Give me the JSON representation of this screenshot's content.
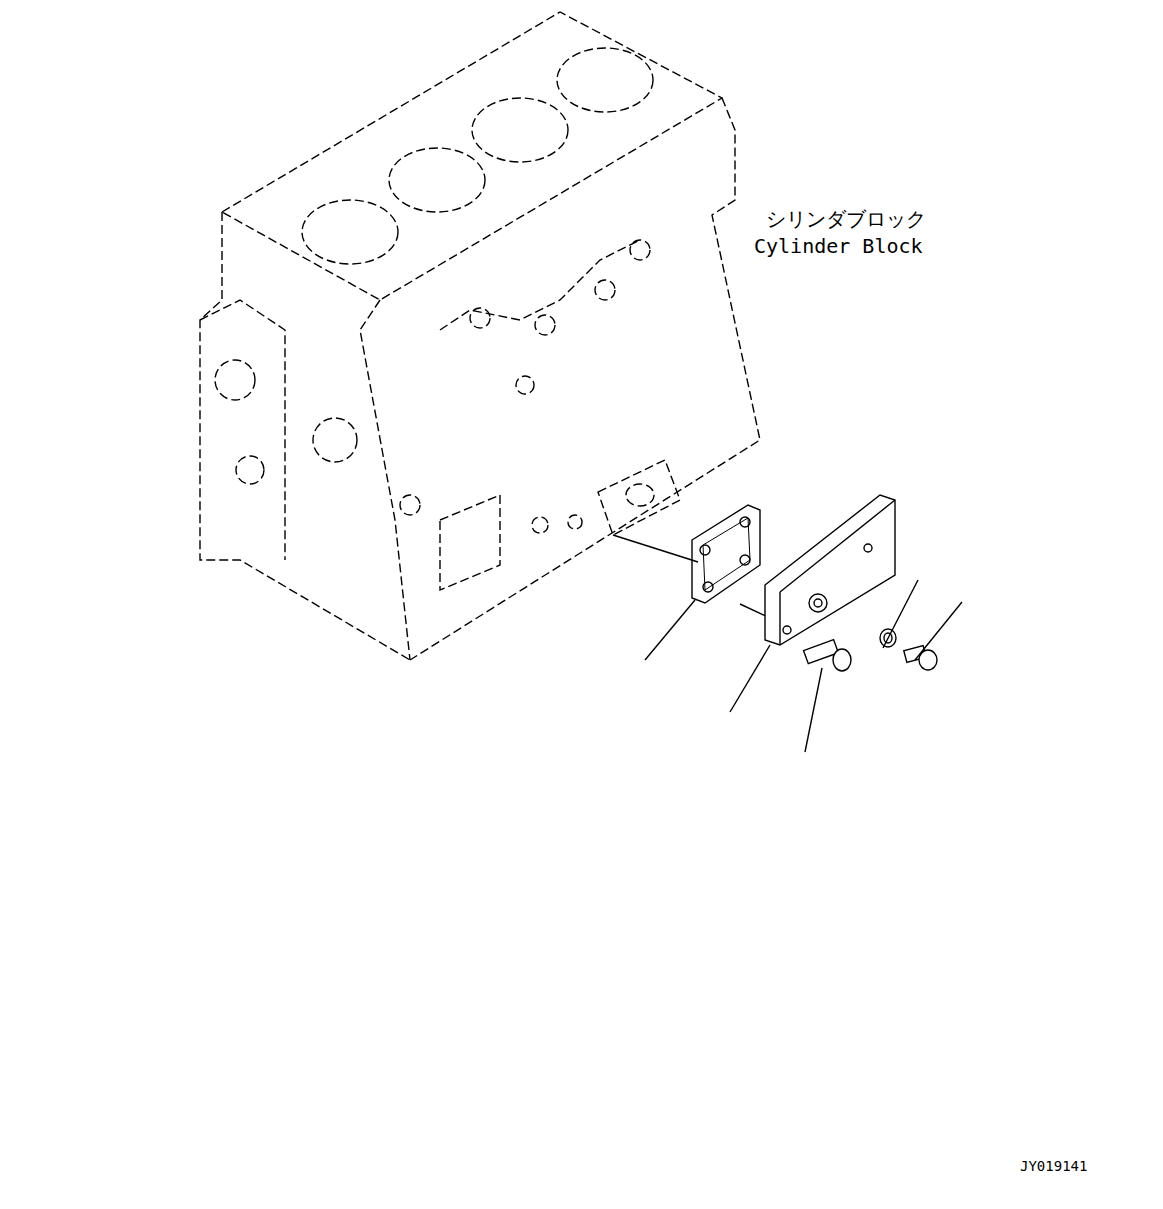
{
  "diagram": {
    "labels": [
      "シリンダブロック",
      "Cylinder Block",
      "JY019141"
    ]
  }
}
